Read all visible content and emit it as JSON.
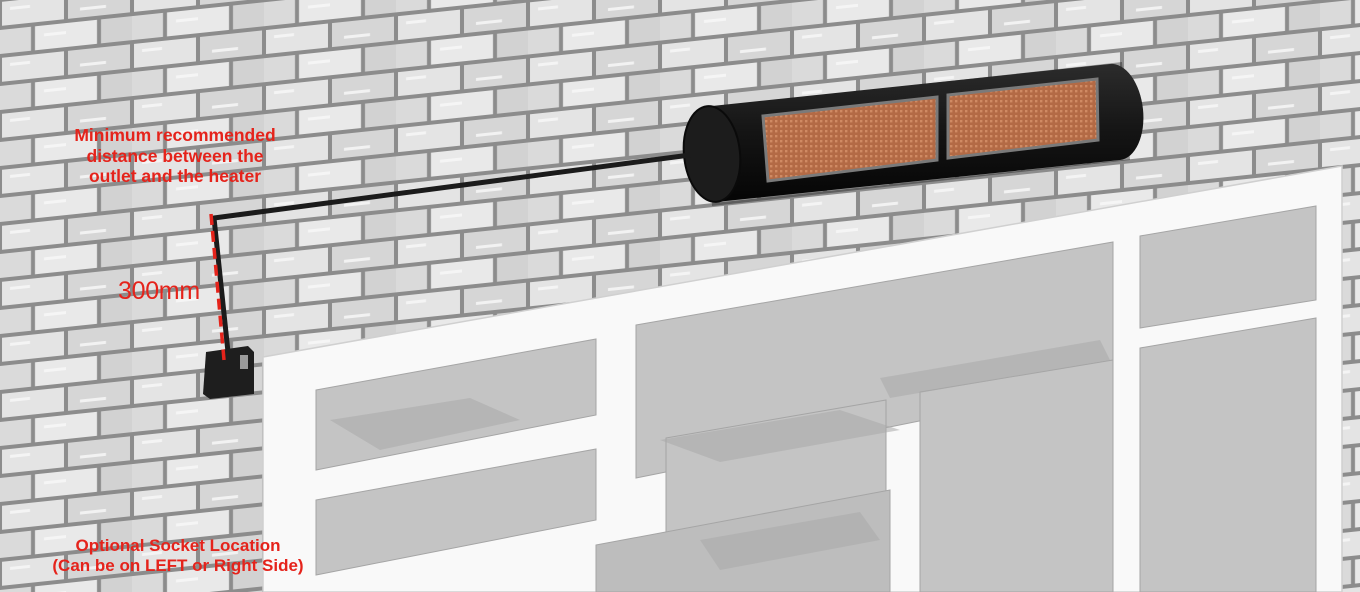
{
  "annotations": {
    "min_distance_lines": [
      "Minimum recommended",
      "distance between the",
      "outlet and the heater"
    ],
    "distance_value": "300mm",
    "socket_location_lines": [
      "Optional Socket Location",
      "(Can be on LEFT or Right Side)"
    ]
  },
  "colors": {
    "annotation_red": "#e5231b",
    "brick_light": "#e6e6e6",
    "mortar": "#8c8c8c",
    "heater_body": "#151515",
    "heater_element": "#b36a45",
    "cable": "#1b1b1b",
    "window_frame": "#f9f9f9",
    "glass": "#bfbfbf"
  }
}
